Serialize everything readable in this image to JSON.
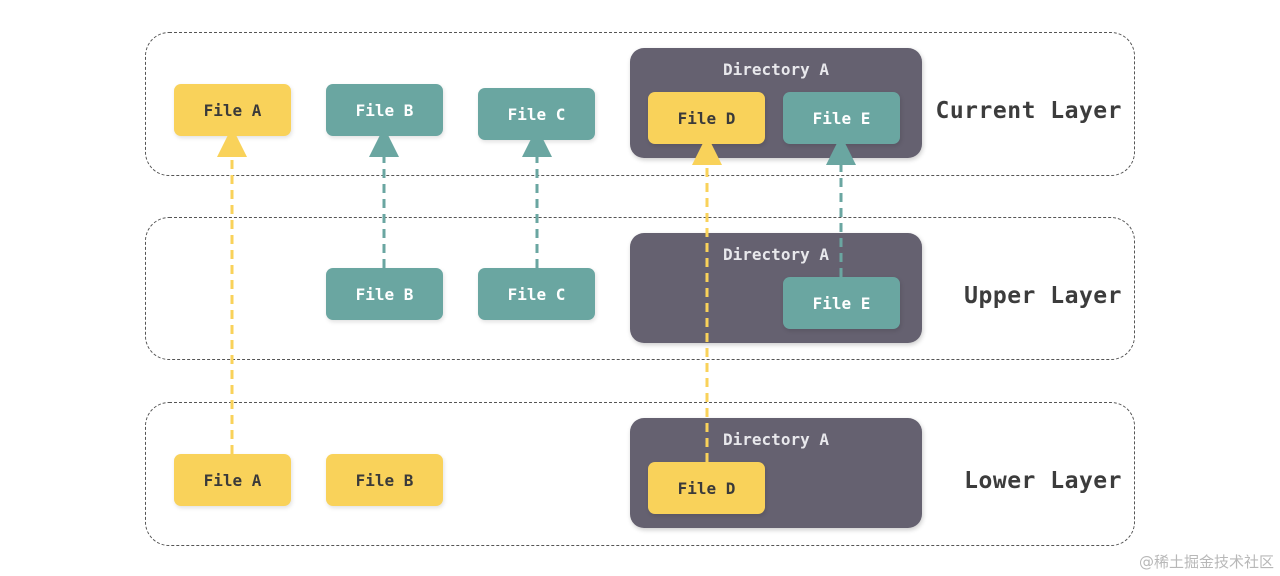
{
  "layers": {
    "current": "Current Layer",
    "upper": "Upper Layer",
    "lower": "Lower Layer"
  },
  "files": {
    "a": "File A",
    "b": "File B",
    "c": "File C",
    "d": "File D",
    "e": "File E"
  },
  "directory": "Directory A",
  "colors": {
    "yellow": "#f9d25a",
    "teal": "#6aa6a1",
    "directory": "#656170"
  },
  "watermark": "@稀土掘金技术社区"
}
